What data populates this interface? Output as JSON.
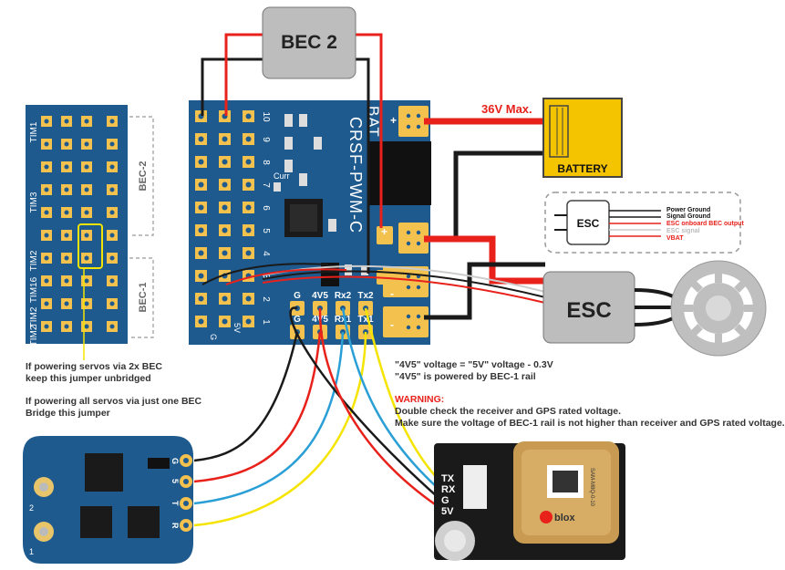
{
  "bec2_label": "BEC 2",
  "battery_label": "BATTERY",
  "max_voltage": "36V Max.",
  "esc_label": "ESC",
  "board_name": "CRSF-PWM-C",
  "bat_pad_label": "BAT",
  "curr_label": "Curr",
  "side_labels": [
    "TIM1",
    "TIM3",
    "TIM2",
    "TIM16",
    "TIM2",
    "TIM2"
  ],
  "bec_labels": [
    "BEC-2",
    "BEC-1"
  ],
  "pin_numbers": [
    "10",
    "9",
    "8",
    "7",
    "6",
    "5",
    "4",
    "3",
    "2",
    "1"
  ],
  "pad_labels_top": [
    "G",
    "4V5",
    "Rx2",
    "Tx2"
  ],
  "pad_labels_bottom": [
    "G",
    "4V5",
    "Rx1",
    "Tx1"
  ],
  "row_labels": [
    "G",
    "5V"
  ],
  "esc_inset": {
    "title": "ESC",
    "wires": [
      "Power Ground",
      "Signal Ground",
      "ESC onboard BEC output",
      "ESC signal",
      "VBAT"
    ]
  },
  "receiver_pins": [
    "G",
    "5",
    "T",
    "R"
  ],
  "gps_pins": [
    "TX",
    "RX",
    "G",
    "5V"
  ],
  "gps_brand": "blox",
  "gps_model": "SAM-M8Q-0-10",
  "notes": {
    "jumper_unbridged": [
      "If powering servos via 2x BEC",
      "keep this jumper unbridged"
    ],
    "jumper_bridged": [
      "If powering all servos via just one BEC",
      "Bridge this jumper"
    ],
    "voltage": [
      "\"4V5\" voltage = \"5V\" voltage - 0.3V",
      "\"4V5\" is powered by BEC-1 rail"
    ],
    "warning_title": "WARNING:",
    "warning_lines": [
      "Double check the receiver and GPS rated voltage.",
      "Make sure the voltage of BEC-1 rail is not higher than receiver and GPS rated voltage."
    ]
  },
  "colors": {
    "pcb_blue": "#1e5a8e",
    "pad_gold": "#f2c14e",
    "bec_gray": "#bdbdbd",
    "battery_yellow": "#f5c400",
    "wire_red": "#e8211b",
    "wire_black": "#1a1a1a",
    "wire_blue": "#2a9fd6",
    "wire_yellow": "#f5e400",
    "gps_antenna": "#c99b52"
  }
}
